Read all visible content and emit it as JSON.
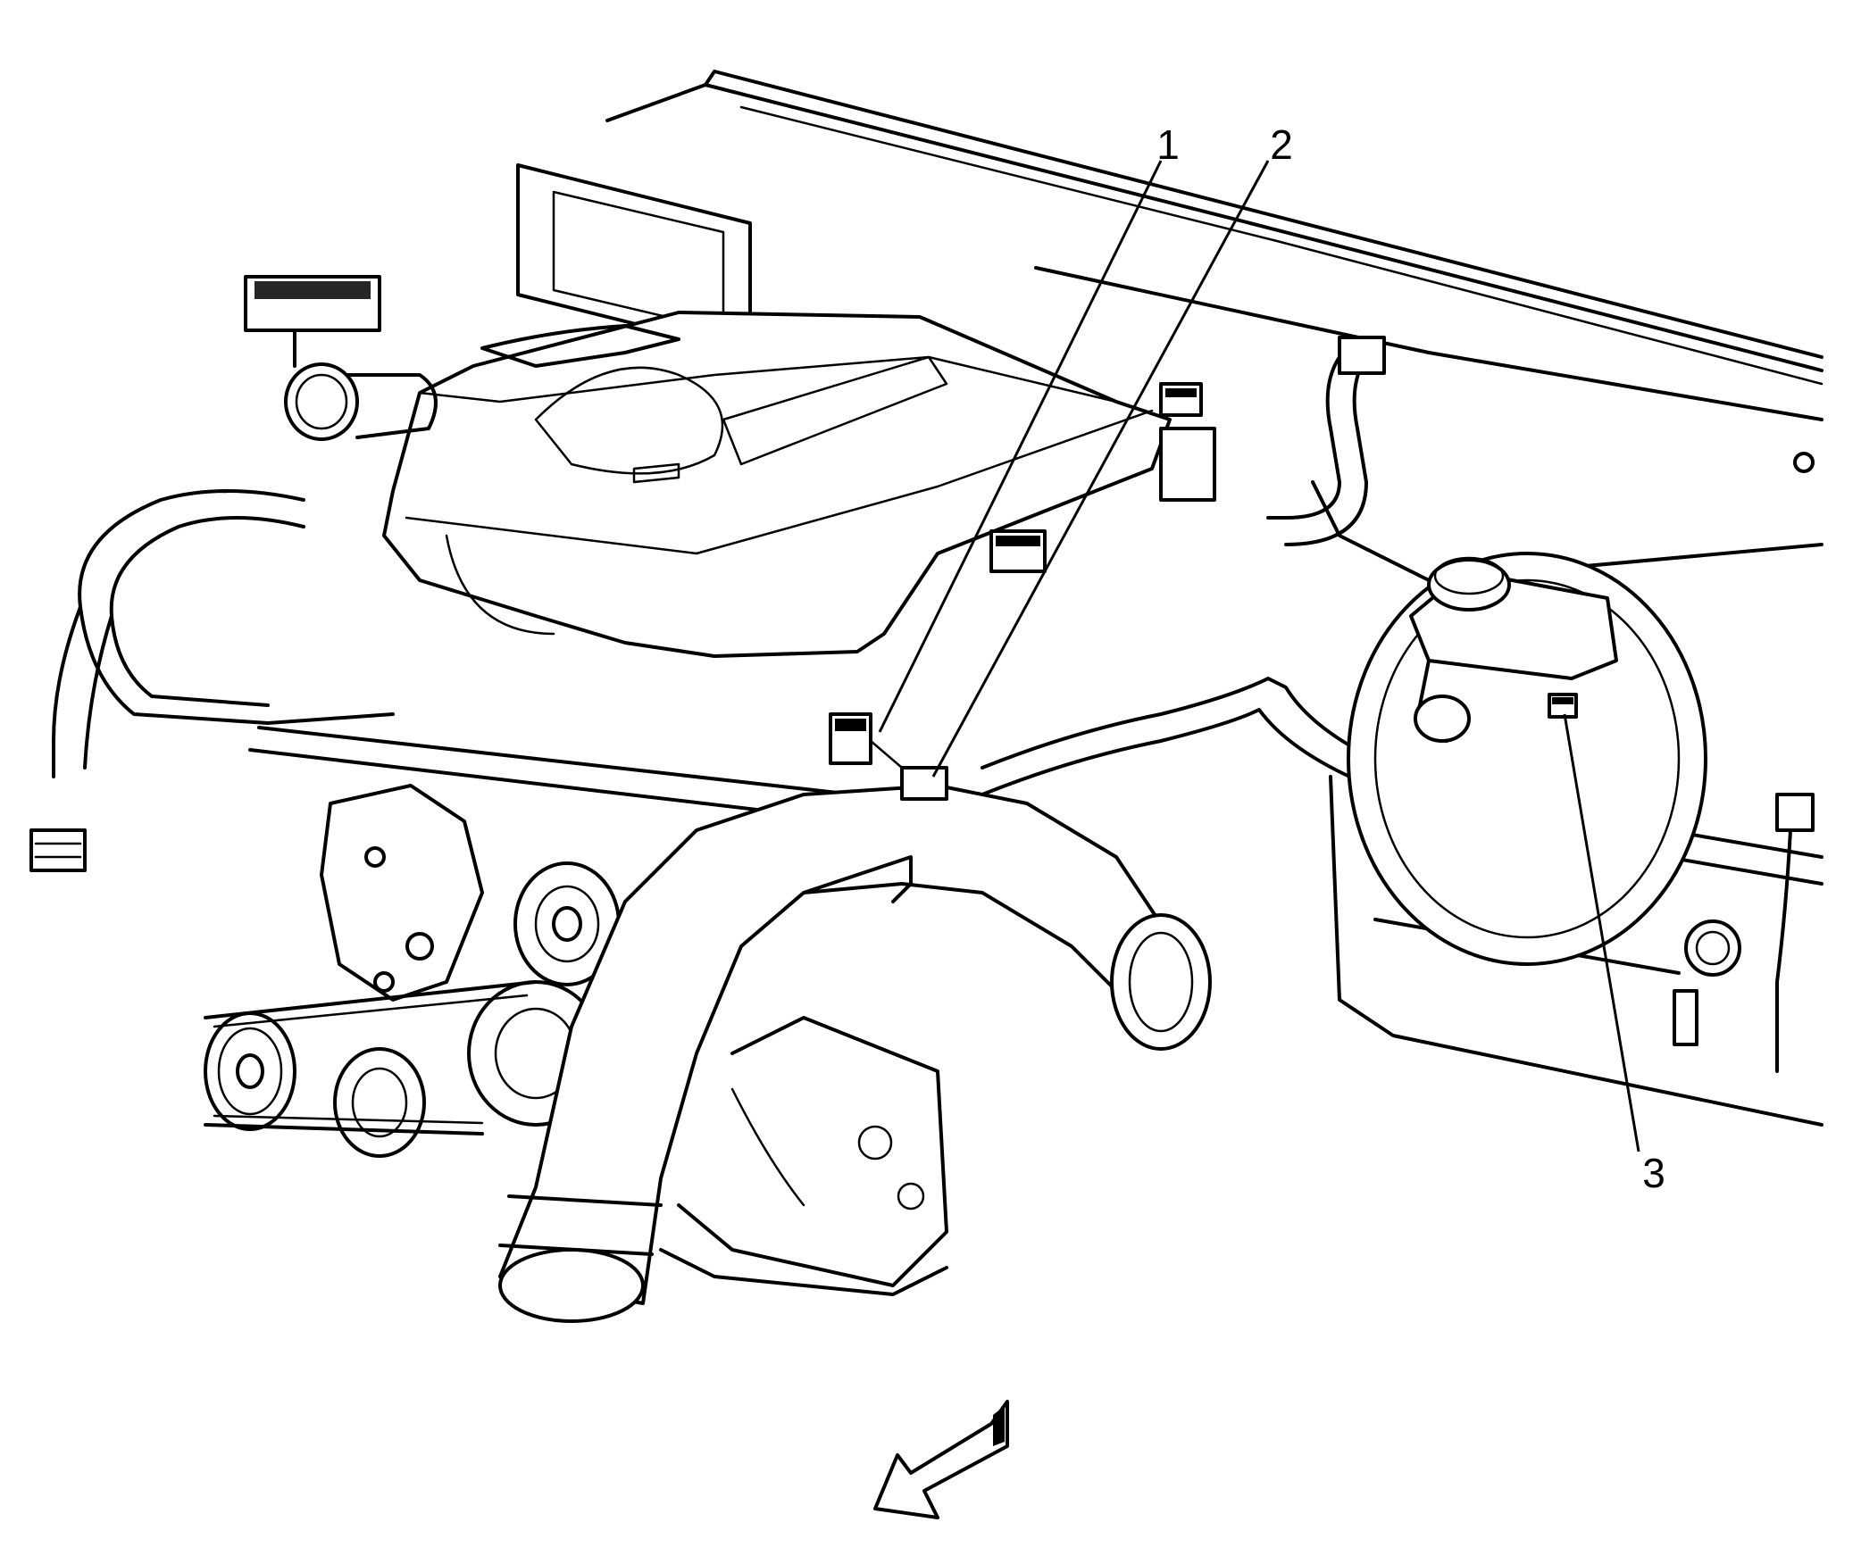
{
  "callouts": [
    {
      "id": "1",
      "label": "1"
    },
    {
      "id": "2",
      "label": "2"
    },
    {
      "id": "3",
      "label": "3"
    }
  ],
  "direction_arrow": {
    "icon": "front-direction-arrow-icon"
  },
  "colors": {
    "line": "#000000",
    "background": "#ffffff"
  }
}
